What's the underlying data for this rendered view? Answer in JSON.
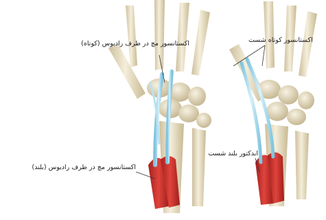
{
  "labels": {
    "ecrb": "اکستانسور مچ در طرف رادیوس (کوتاه)",
    "epb": "اکستانسور کوتاه شست",
    "ecrl": "اکستانسور مچ در طرف رادیوس (بلند)",
    "apl": "ابدکتور بلند شست"
  },
  "colors": {
    "background": "#ffffff",
    "bone": "#efe7cf",
    "bone_shadow": "#c9bd9c",
    "tendon": "#a9dcef",
    "muscle": "#d9342f",
    "leader_line": "#333333"
  }
}
